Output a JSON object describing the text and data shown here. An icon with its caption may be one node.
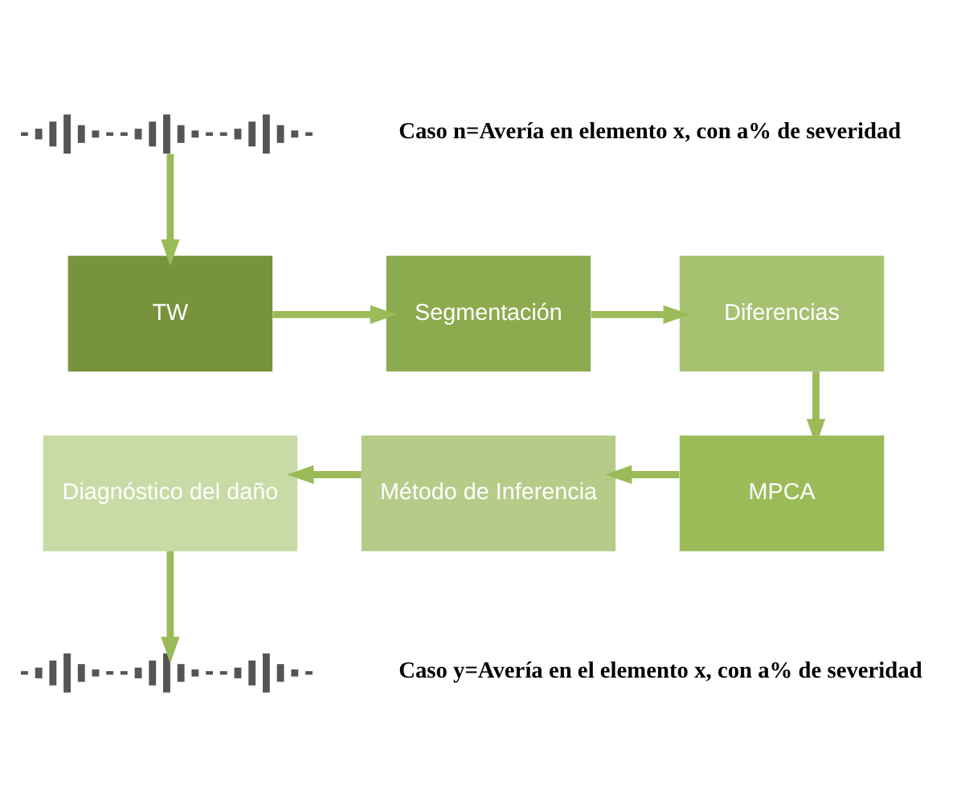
{
  "diagram": {
    "nodes": [
      {
        "text": [],
        "shape": "picture",
        "beside": [
          "Caso n=Avería en elemento x, con a% de severidad"
        ]
      },
      {
        "text": [
          "TW"
        ]
      },
      {
        "text": [
          "Segmentación"
        ]
      },
      {
        "text": [
          "Diferencias"
        ]
      },
      {
        "text": [
          "MPCA"
        ]
      },
      {
        "text": [
          "Método de Inferencia"
        ]
      },
      {
        "text": [
          "Diagnóstico del daño"
        ]
      },
      {
        "text": [],
        "shape": "picture",
        "beside": [
          "Caso y=Avería en el elemento x, con a% de severidad"
        ]
      }
    ],
    "edges": [
      {
        "from": 0,
        "to": 1,
        "arrow": "to"
      },
      {
        "from": 1,
        "to": 2,
        "arrow": "to"
      },
      {
        "from": 2,
        "to": 3,
        "arrow": "to"
      },
      {
        "from": 3,
        "to": 4,
        "arrow": "to"
      },
      {
        "from": 4,
        "to": 5,
        "arrow": "to"
      },
      {
        "from": 5,
        "to": 6,
        "arrow": "to"
      },
      {
        "from": 6,
        "to": 7,
        "arrow": "to"
      }
    ]
  }
}
